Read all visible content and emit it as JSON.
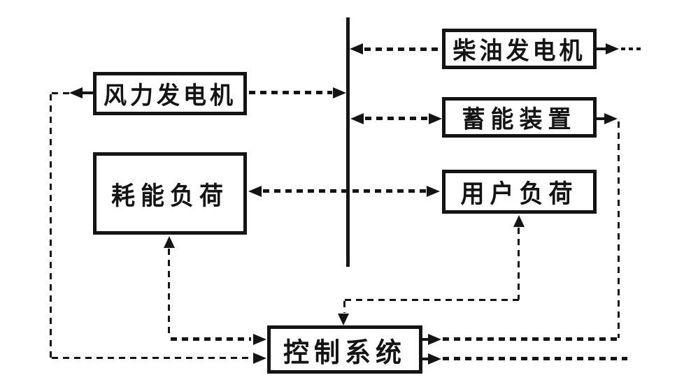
{
  "diagram": {
    "type": "block-diagram",
    "colors": {
      "background": "#ffffff",
      "line": "#141414",
      "box_fill": "#ffffff"
    },
    "boxes": {
      "diesel": {
        "label": "柴油发电机"
      },
      "wind": {
        "label": "风力发电机"
      },
      "storage": {
        "label": "蓄能装置"
      },
      "dump_load": {
        "label": "耗能负荷"
      },
      "user_load": {
        "label": "用户负荷"
      },
      "control": {
        "label": "控制系统"
      }
    },
    "bus": {
      "name": "ac-bus",
      "orientation": "vertical"
    },
    "connections": [
      {
        "from": "diesel",
        "to": "bus",
        "style": "heavy-dashed",
        "arrow": "into-bus"
      },
      {
        "from": "external",
        "to": "diesel",
        "style": "dashed",
        "arrow": "outward-right-of-diesel"
      },
      {
        "from": "wind",
        "to": "bus",
        "style": "heavy-dashed",
        "arrow": "into-bus"
      },
      {
        "from": "wind",
        "to": "control",
        "style": "thin-dashed",
        "route": "left-down-right",
        "arrows": [
          "out-of-wind-left",
          "into-control-left"
        ]
      },
      {
        "from": "bus",
        "to": "storage",
        "style": "heavy-dashed",
        "arrows": [
          "into-bus",
          "into-storage"
        ],
        "bidirectional": true
      },
      {
        "from": "storage",
        "to": "control",
        "style": "dashed",
        "route": "right-down-left",
        "arrows": [
          "out-of-storage-right",
          "at-control-right"
        ]
      },
      {
        "from": "bus",
        "to": "dump_load",
        "style": "heavy-dashed",
        "arrow": "into-dump-load"
      },
      {
        "from": "bus",
        "to": "user_load",
        "style": "heavy-dashed",
        "arrow": "into-user-load"
      },
      {
        "from": "control",
        "to": "dump_load",
        "style": "dashed",
        "route": "up-from-control-left",
        "arrows": [
          "into-dump-load-bottom",
          "into-control-left"
        ]
      },
      {
        "from": "control",
        "to": "user_load",
        "style": "dashed",
        "route": "up-right-from-control-top",
        "arrows": [
          "into-user-load-bottom",
          "into-control-top"
        ]
      },
      {
        "from": "control",
        "to": "external-right",
        "style": "dashed",
        "arrow": "at-control-right"
      }
    ]
  }
}
